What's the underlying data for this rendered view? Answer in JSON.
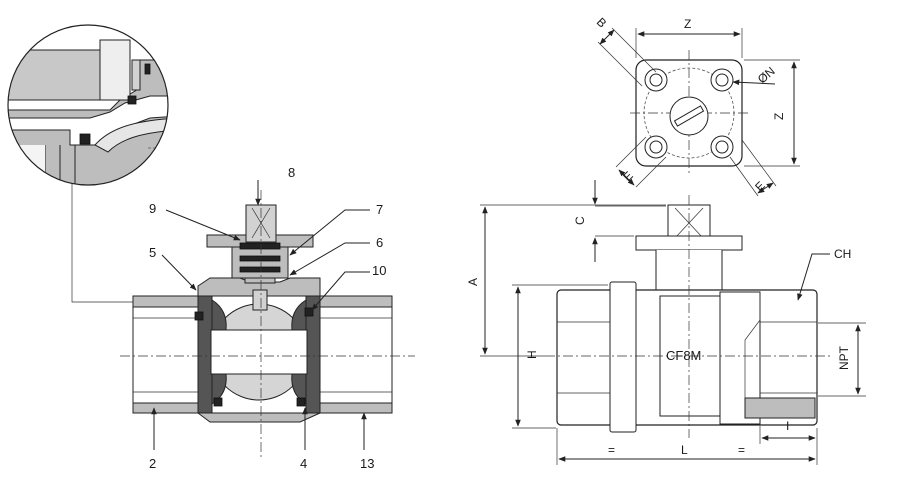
{
  "section_view": {
    "part_labels": [
      {
        "id": "p8",
        "text": "8"
      },
      {
        "id": "p9",
        "text": "9"
      },
      {
        "id": "p7",
        "text": "7"
      },
      {
        "id": "p6",
        "text": "6"
      },
      {
        "id": "p5",
        "text": "5"
      },
      {
        "id": "p10",
        "text": "10"
      },
      {
        "id": "p2",
        "text": "2"
      },
      {
        "id": "p4",
        "text": "4"
      },
      {
        "id": "p13",
        "text": "13"
      }
    ]
  },
  "top_view": {
    "dims": {
      "b": "B",
      "z_top": "Z",
      "z_side": "Z",
      "on": "ØN",
      "e_left": "E",
      "e_right": "E"
    }
  },
  "side_view": {
    "dims": {
      "c": "C",
      "a": "A",
      "h": "H",
      "ch": "CH",
      "npt": "NPT",
      "i": "I",
      "eq_left": "=",
      "l": "L",
      "eq_right": "="
    },
    "material": "CF8M"
  }
}
